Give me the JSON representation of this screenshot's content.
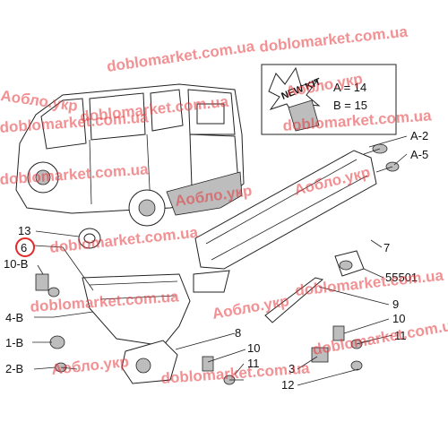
{
  "kit_box": {
    "badge": "NEW KIT",
    "line_a": "A = 14",
    "line_b": "B = 15"
  },
  "labels": {
    "a2": "A-2",
    "a5": "A-5",
    "p13": "13",
    "p6": "6",
    "p10b_left": "10-B",
    "p4b": "4-B",
    "p1b": "1-B",
    "p2b": "2-B",
    "p7": "7",
    "p55501": "55501",
    "p9": "9",
    "p10_right": "10",
    "p11_right": "11",
    "p8": "8",
    "p10_mid": "10",
    "p11_mid": "11",
    "p3": "3",
    "p12": "12"
  },
  "watermarks": [
    "doblomarket.com.ua",
    "Аобло.укр",
    "doblomarket.com.ua",
    "doblomarket.com.ua",
    "Аобло.укр",
    "doblomarket.com.ua",
    "Аобло.укр",
    "doblomarket.com.ua",
    "doblomarket.com.ua",
    "Аобло.укр",
    "doblomarket.com.ua",
    "doblomarket.com.ua",
    "Аобло.укр",
    "doblomarket.com.ua",
    "Аобло.укр",
    "doblomarket.com.ua",
    "doblomarket.com.ua"
  ],
  "colors": {
    "watermark": "#e8373b",
    "highlight_ring": "#e32a2a",
    "line": "#222222"
  }
}
